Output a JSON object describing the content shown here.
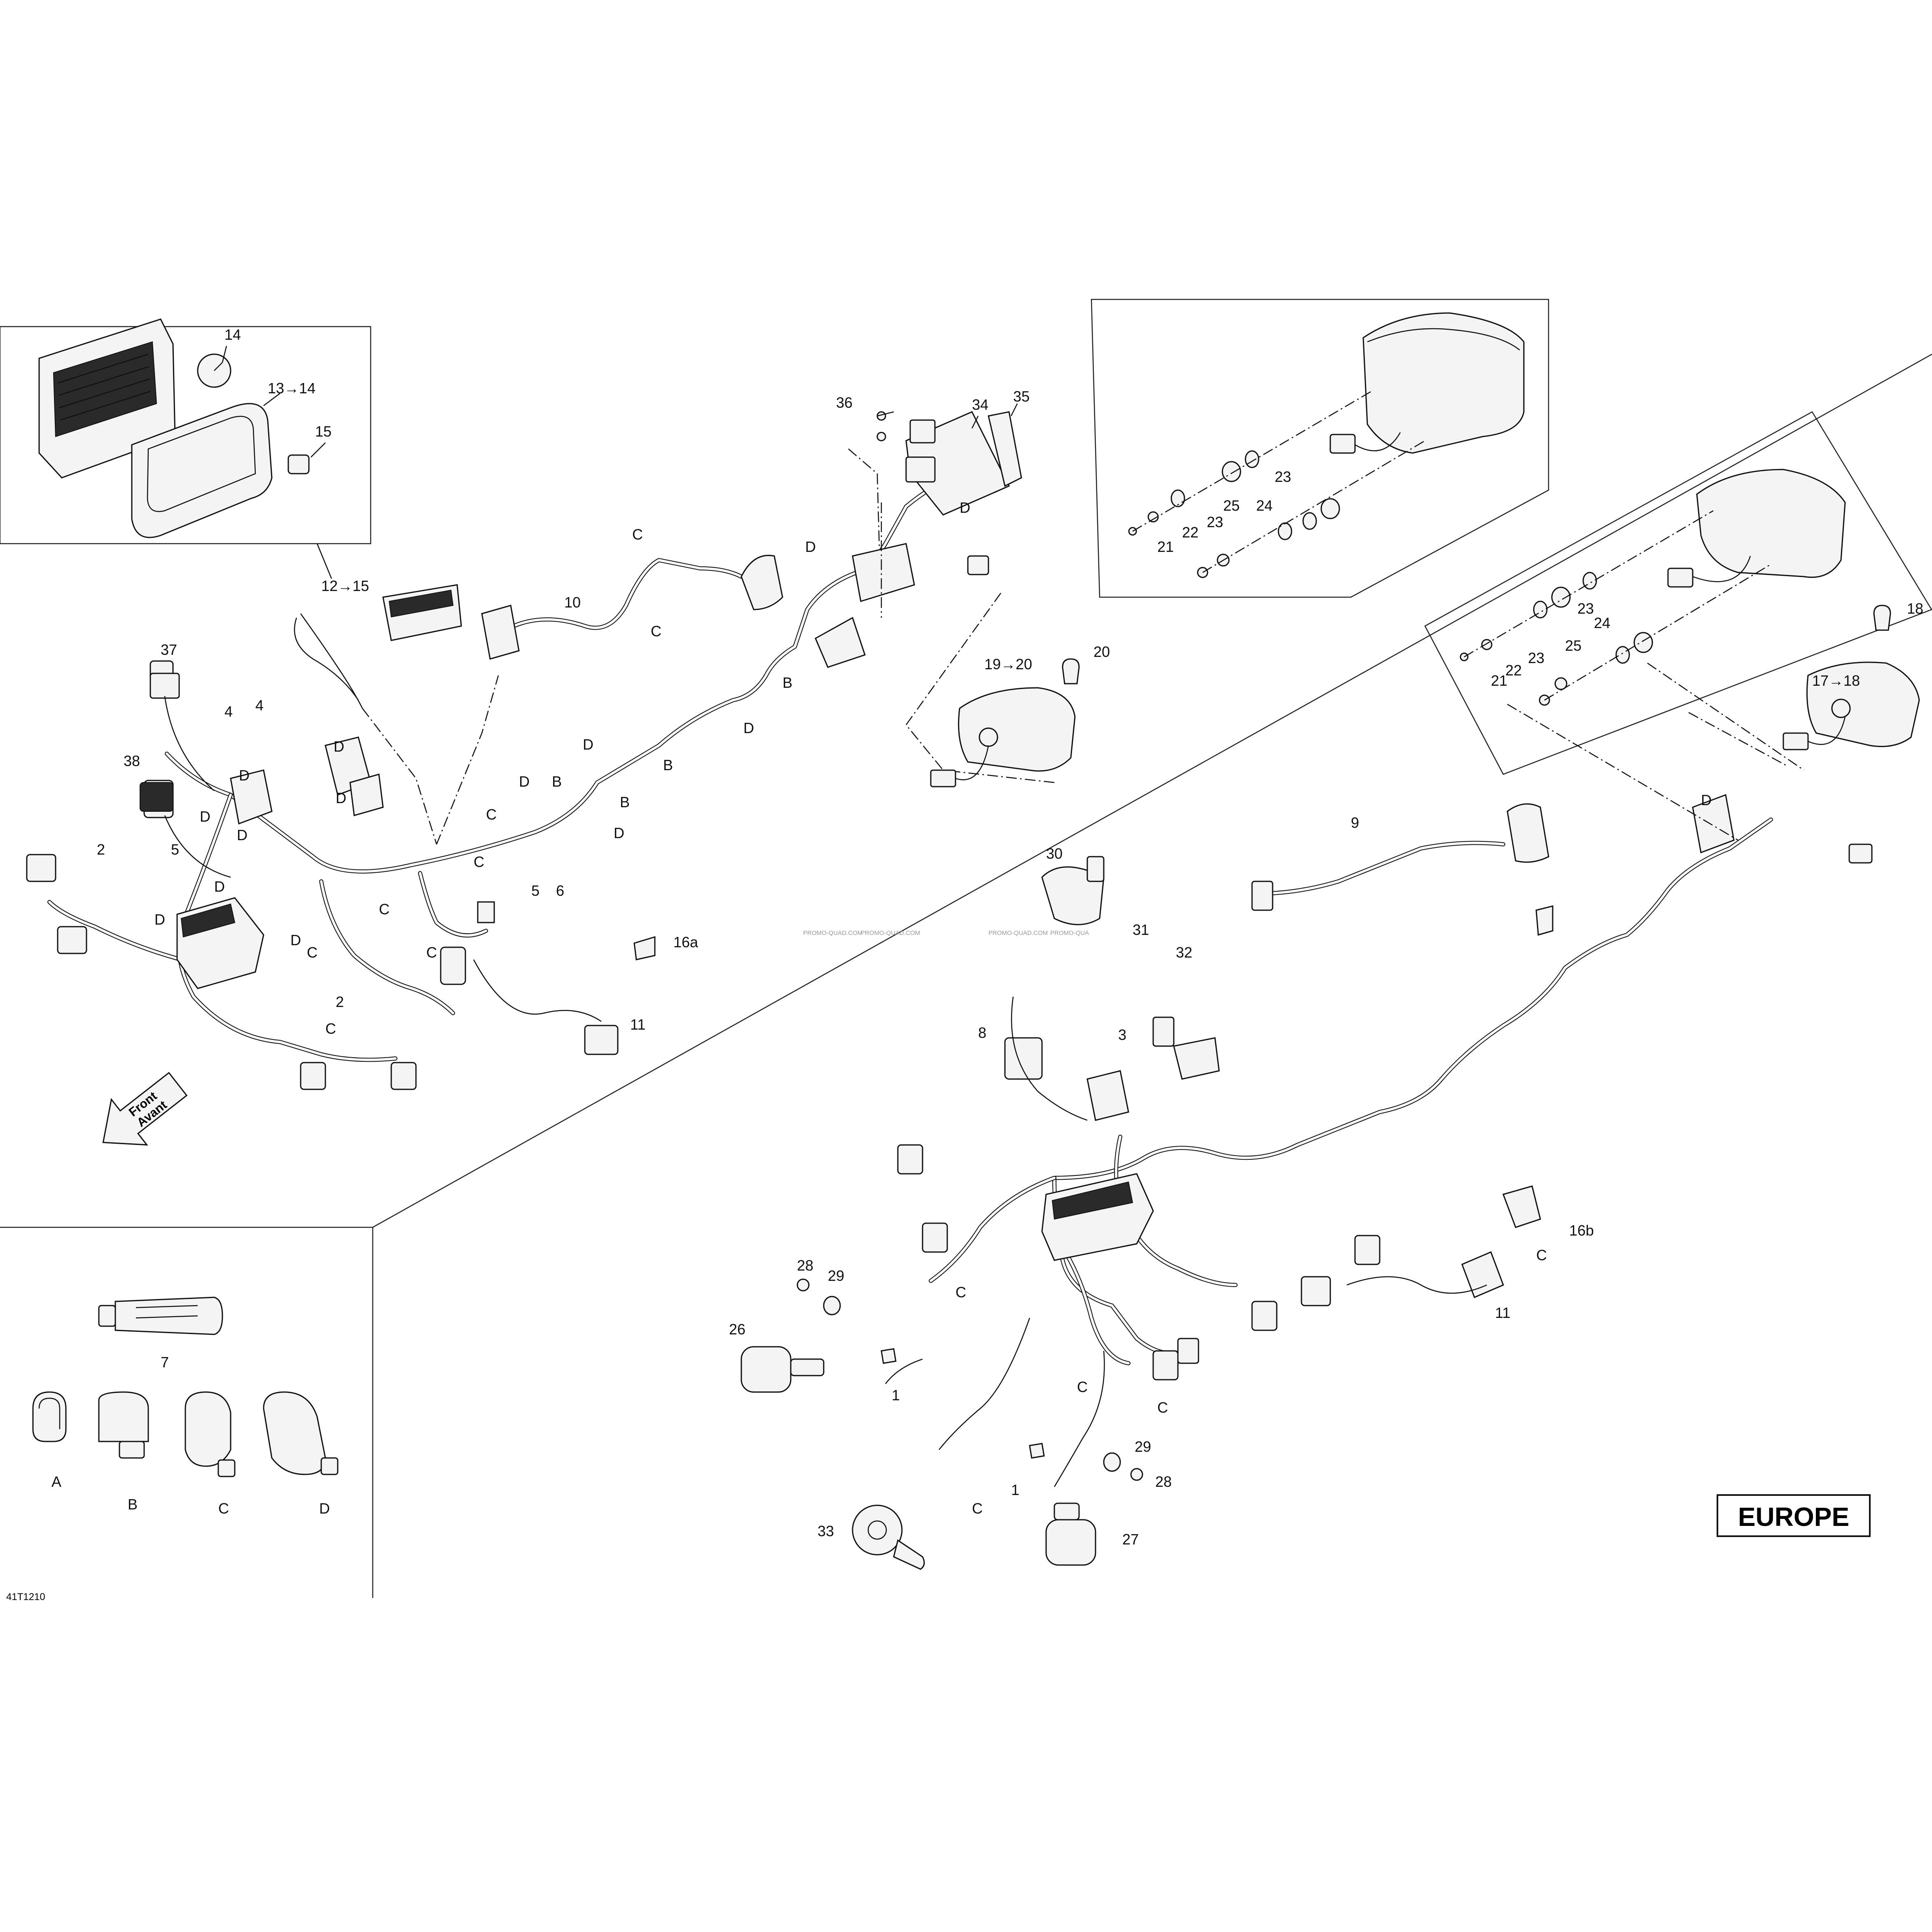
{
  "region_badge": "EUROPE",
  "drawing_number": "41T1210",
  "front_arrow": {
    "line1": "Front",
    "line2": "Avant"
  },
  "watermark": [
    "PROMO-QUAD.COM",
    "PROMO-QUAD.COM",
    "PROMO-QUAD.COM",
    "PROMO-QUA"
  ],
  "callouts": {
    "c14": "14",
    "c13_14": "13→14",
    "c15": "15",
    "c12_15": "12→15",
    "c34": "34",
    "c36": "36",
    "c35": "35",
    "c10": "10",
    "c37": "37",
    "c38": "38",
    "c4a": "4",
    "c4b": "4",
    "c5a": "5",
    "c5b": "5",
    "c6": "6",
    "c2a": "2",
    "c2b": "2",
    "c16a": "16a",
    "c11a": "11",
    "c19_20": "19→20",
    "c20": "20",
    "c23a": "23",
    "c23b": "23",
    "c24a": "24",
    "c25a": "25",
    "c22a": "22",
    "c21a": "21",
    "c18": "18",
    "c17_18": "17→18",
    "c23c": "23",
    "c23d": "23",
    "c24b": "24",
    "c25b": "25",
    "c22b": "22",
    "c21b": "21",
    "c9": "9",
    "c30": "30",
    "c31": "31",
    "c32": "32",
    "c3": "3",
    "c8": "8",
    "c16b": "16b",
    "c11b": "11",
    "c28a": "28",
    "c29a": "29",
    "c26": "26",
    "c1a": "1",
    "c1b": "1",
    "c29b": "29",
    "c28b": "28",
    "c27": "27",
    "c33": "33",
    "c7": "7"
  },
  "clip_legend": [
    {
      "letter": "A"
    },
    {
      "letter": "B"
    },
    {
      "letter": "C"
    },
    {
      "letter": "D"
    }
  ],
  "clip_refs": {
    "ref_b": "B",
    "ref_c": "C",
    "ref_d": "D"
  }
}
